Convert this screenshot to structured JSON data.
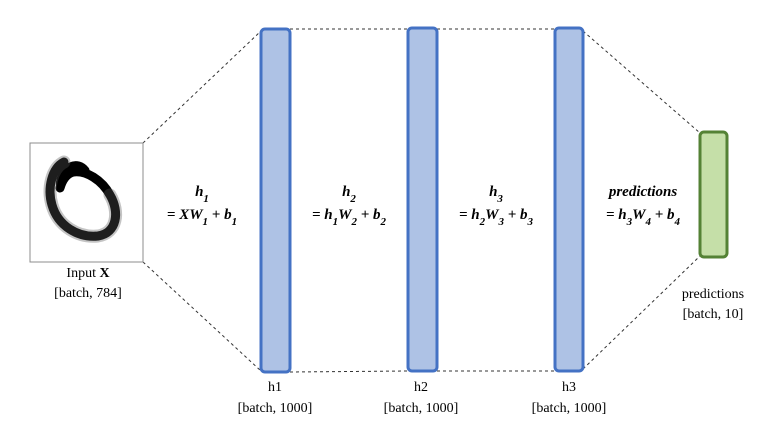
{
  "input": {
    "label_prefix": "Input ",
    "label_var": "X",
    "shape": "[batch, 784]",
    "image": "mnist-digit-zero"
  },
  "layers": [
    {
      "name": "h1",
      "shape": "[batch, 1000]"
    },
    {
      "name": "h2",
      "shape": "[batch, 1000]"
    },
    {
      "name": "h3",
      "shape": "[batch, 1000]"
    }
  ],
  "output": {
    "name": "predictions",
    "shape": "[batch, 10]"
  },
  "equations": [
    {
      "lhs": "h",
      "lhs_sub": "1",
      "rhs": [
        {
          "t": "= XW"
        },
        {
          "s": "1"
        },
        {
          "t": " + b"
        },
        {
          "s": "1"
        }
      ]
    },
    {
      "lhs": "h",
      "lhs_sub": "2",
      "rhs": [
        {
          "t": "= h"
        },
        {
          "s": "1"
        },
        {
          "t": "W"
        },
        {
          "s": "2"
        },
        {
          "t": " + b"
        },
        {
          "s": "2"
        }
      ]
    },
    {
      "lhs": "h",
      "lhs_sub": "3",
      "rhs": [
        {
          "t": "= h"
        },
        {
          "s": "2"
        },
        {
          "t": "W"
        },
        {
          "s": "3"
        },
        {
          "t": " + b"
        },
        {
          "s": "3"
        }
      ]
    },
    {
      "lhs": "predictions",
      "lhs_sub": "",
      "rhs": [
        {
          "t": "= h"
        },
        {
          "s": "3"
        },
        {
          "t": "W"
        },
        {
          "s": "4"
        },
        {
          "t": " + b"
        },
        {
          "s": "4"
        }
      ]
    }
  ],
  "colors": {
    "hidden_fill": "#aec2e5",
    "hidden_stroke": "#4472c4",
    "output_fill": "#c5dfa8",
    "output_stroke": "#548235",
    "dashes": "#333333"
  }
}
